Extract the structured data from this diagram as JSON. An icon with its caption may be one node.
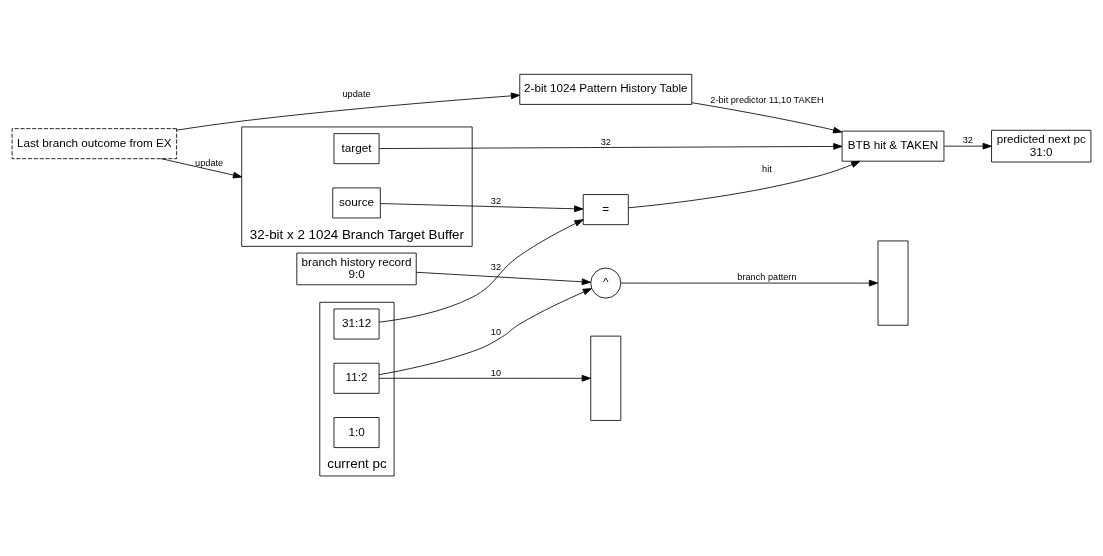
{
  "diagram": {
    "nodes": [
      {
        "text": [
          "Last branch outcome from EX"
        ]
      },
      {
        "text": [
          "current pc"
        ]
      },
      {
        "text": [
          "31:12"
        ],
        "in": 1
      },
      {
        "text": [
          "11:2"
        ],
        "in": 1
      },
      {
        "text": [
          "1:0"
        ],
        "in": 1
      },
      {
        "text": [],
        "shape": "trapezoid"
      },
      {
        "text": [
          "32-bit x 2 1024 Branch Target Buffer"
        ]
      },
      {
        "text": [
          "source"
        ],
        "in": 6
      },
      {
        "text": [
          "target"
        ],
        "in": 6
      },
      {
        "text": [
          "branch history record",
          "9:0"
        ]
      },
      {
        "text": [
          "^"
        ]
      },
      {
        "text": [],
        "shape": "trapezoid"
      },
      {
        "text": [
          "2-bit 1024 Pattern History Table"
        ]
      },
      {
        "text": [
          "="
        ]
      },
      {
        "text": [
          "BTB hit & TAKEN"
        ]
      },
      {
        "text": [
          "predicted next pc",
          "31:0"
        ]
      }
    ],
    "edges": [
      {
        "from": 0,
        "to": 6,
        "arrow": "to",
        "label": "update"
      },
      {
        "from": 0,
        "to": 12,
        "arrow": "to",
        "label": "update"
      },
      {
        "from": 3,
        "to": 10,
        "arrow": "to",
        "label": "10"
      },
      {
        "from": 3,
        "to": 5,
        "arrow": "to",
        "label": "10"
      },
      {
        "from": 9,
        "to": 10,
        "arrow": "to"
      },
      {
        "from": 10,
        "to": 11,
        "arrow": "to",
        "label": "branch pattern"
      },
      {
        "from": 12,
        "to": 14,
        "arrow": "to",
        "label": "2-bit predictor 11,10 TAKEH"
      },
      {
        "from": 7,
        "to": 13,
        "arrow": "to",
        "label": "32"
      },
      {
        "from": 8,
        "to": 14,
        "arrow": "to",
        "label": "32"
      },
      {
        "from": 2,
        "to": 13,
        "arrow": "to",
        "label": "32"
      },
      {
        "from": 13,
        "to": 14,
        "arrow": "to",
        "label": "hit"
      },
      {
        "from": 14,
        "to": 15,
        "arrow": "to",
        "label": "32"
      }
    ]
  }
}
